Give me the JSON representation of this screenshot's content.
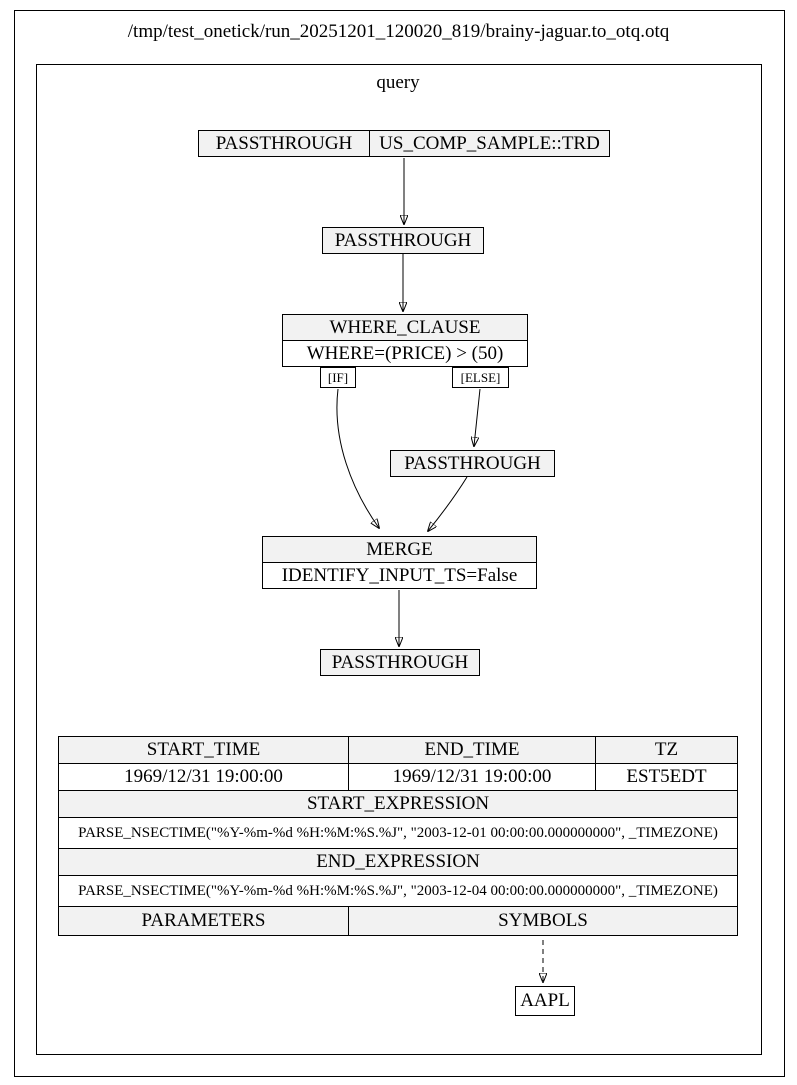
{
  "colors": {
    "node_fill": "#f2f2f2",
    "body_fill": "#ffffff",
    "border": "#000000",
    "background": "#ffffff"
  },
  "graph": {
    "title": "/tmp/test_onetick/run_20251201_120020_819/brainy-jaguar.to_otq.otq",
    "cluster_label": "query"
  },
  "nodes": {
    "source": {
      "type": "PASSTHROUGH",
      "database": "US_COMP_SAMPLE::TRD"
    },
    "passthrough_1": "PASSTHROUGH",
    "where_clause": {
      "title": "WHERE_CLAUSE",
      "condition": "WHERE=(PRICE) > (50)",
      "if_port": "[IF]",
      "else_port": "[ELSE]"
    },
    "passthrough_2": "PASSTHROUGH",
    "merge": {
      "title": "MERGE",
      "body": "IDENTIFY_INPUT_TS=False"
    },
    "passthrough_3": "PASSTHROUGH",
    "symbol": "AAPL"
  },
  "edges": [
    {
      "from": "source",
      "to": "passthrough_1",
      "style": "solid"
    },
    {
      "from": "passthrough_1",
      "to": "where_clause",
      "style": "solid"
    },
    {
      "from": "where_clause.[IF]",
      "to": "merge",
      "style": "solid"
    },
    {
      "from": "where_clause.[ELSE]",
      "to": "passthrough_2",
      "style": "solid"
    },
    {
      "from": "passthrough_2",
      "to": "merge",
      "style": "solid"
    },
    {
      "from": "merge",
      "to": "passthrough_3",
      "style": "solid"
    },
    {
      "from": "symbols",
      "to": "symbol",
      "style": "dashed"
    }
  ],
  "table": {
    "start_time_header": "START_TIME",
    "end_time_header": "END_TIME",
    "tz_header": "TZ",
    "start_time": "1969/12/31 19:00:00",
    "end_time": "1969/12/31 19:00:00",
    "tz": "EST5EDT",
    "start_expression_header": "START_EXPRESSION",
    "start_expression": "PARSE_NSECTIME(\"%Y-%m-%d %H:%M:%S.%J\", \"2003-12-01 00:00:00.000000000\", _TIMEZONE)",
    "end_expression_header": "END_EXPRESSION",
    "end_expression": "PARSE_NSECTIME(\"%Y-%m-%d %H:%M:%S.%J\", \"2003-12-04 00:00:00.000000000\", _TIMEZONE)",
    "parameters_header": "PARAMETERS",
    "symbols_header": "SYMBOLS"
  }
}
